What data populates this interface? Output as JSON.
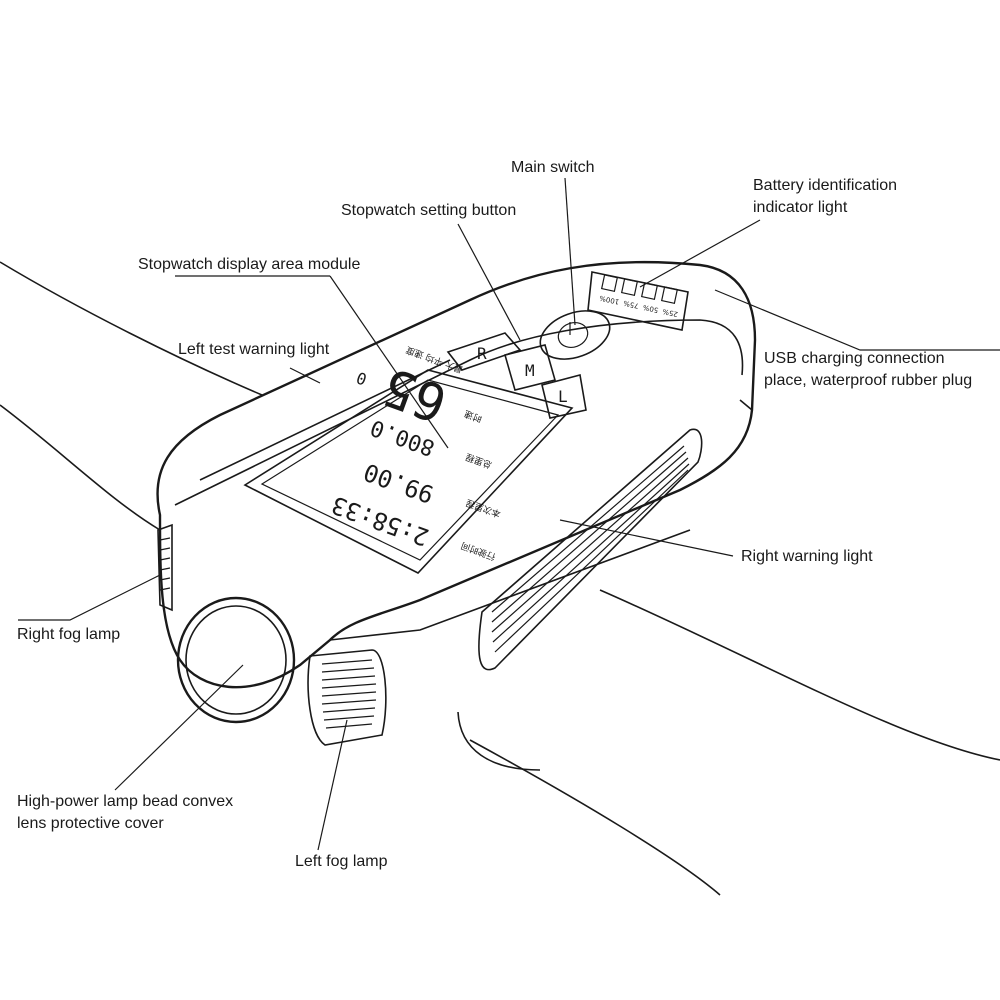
{
  "callouts": {
    "main_switch": "Main switch",
    "battery_indicator": [
      "Battery identification",
      "indicator light"
    ],
    "stopwatch_button": "Stopwatch setting button",
    "stopwatch_display": "Stopwatch display area module",
    "left_warning": "Left test warning light",
    "usb_port": [
      "USB charging connection",
      "place, waterproof rubber plug"
    ],
    "right_warning": "Right warning light",
    "right_fog": "Right fog lamp",
    "lens_cover": [
      "High-power lamp bead convex",
      "lens protective cover"
    ],
    "left_fog": "Left fog lamp"
  },
  "device": {
    "buttons": {
      "r": "R",
      "m": "M",
      "l": "L"
    },
    "battery_levels": [
      "25%",
      "50%",
      "75%",
      "100%"
    ],
    "display": {
      "time": "2:58:33",
      "distance": "99.00",
      "trip": "800.0",
      "speed": "65",
      "zero": "0",
      "small_text_1": "行驶时间",
      "small_text_2": "本次里程",
      "small_text_3": "总里程",
      "small_text_4": "时速",
      "small_text_5": "最大 平均 速度"
    }
  }
}
